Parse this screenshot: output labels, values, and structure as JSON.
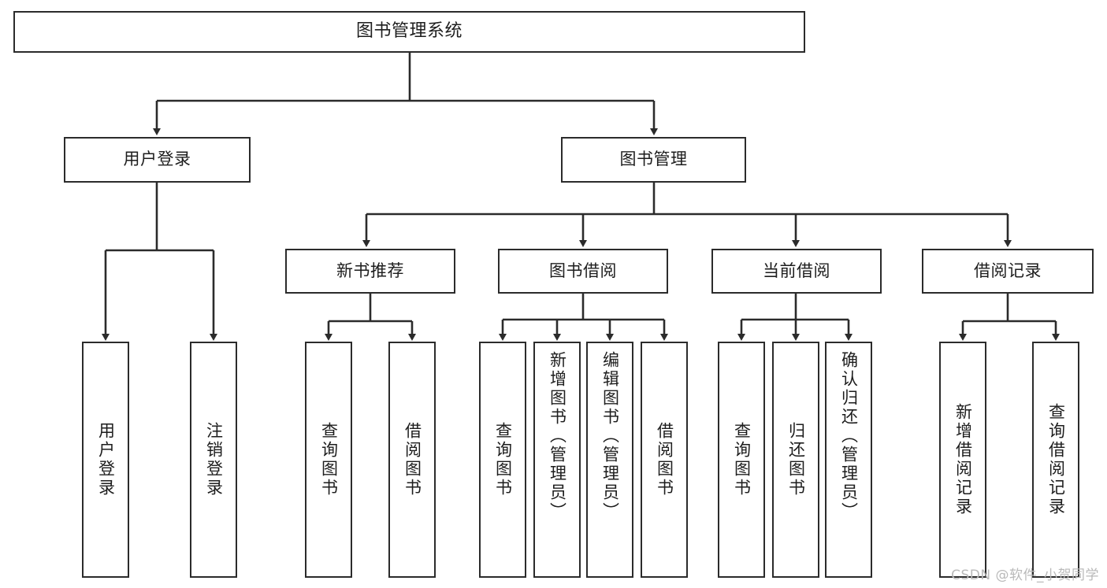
{
  "diagram": {
    "title": "图书管理系统",
    "type": "tree",
    "root": {
      "id": "root",
      "label": "图书管理系统",
      "orientation": "horizontal"
    },
    "level2": [
      {
        "id": "user-login",
        "label": "用户登录",
        "orientation": "horizontal"
      },
      {
        "id": "book-manage",
        "label": "图书管理",
        "orientation": "horizontal"
      }
    ],
    "level3": [
      {
        "id": "new-book-rec",
        "label": "新书推荐",
        "orientation": "horizontal",
        "parent": "book-manage"
      },
      {
        "id": "book-borrow",
        "label": "图书借阅",
        "orientation": "horizontal",
        "parent": "book-manage"
      },
      {
        "id": "current-borrow",
        "label": "当前借阅",
        "orientation": "horizontal",
        "parent": "book-manage"
      },
      {
        "id": "borrow-record",
        "label": "借阅记录",
        "orientation": "horizontal",
        "parent": "book-manage"
      }
    ],
    "leaves": [
      {
        "id": "leaf-user-login",
        "label": "用户登录",
        "parent": "user-login"
      },
      {
        "id": "leaf-logout-login",
        "label": "注销登录",
        "parent": "user-login"
      },
      {
        "id": "leaf-query-book-1",
        "label": "查询图书",
        "parent": "new-book-rec"
      },
      {
        "id": "leaf-borrow-book-1",
        "label": "借阅图书",
        "parent": "new-book-rec"
      },
      {
        "id": "leaf-query-book-2",
        "label": "查询图书",
        "parent": "book-borrow"
      },
      {
        "id": "leaf-add-book",
        "label": "新增图书（管理员）",
        "parent": "book-borrow"
      },
      {
        "id": "leaf-edit-book",
        "label": "编辑图书（管理员）",
        "parent": "book-borrow"
      },
      {
        "id": "leaf-borrow-book-2",
        "label": "借阅图书",
        "parent": "book-borrow"
      },
      {
        "id": "leaf-query-book-3",
        "label": "查询图书",
        "parent": "current-borrow"
      },
      {
        "id": "leaf-return-book",
        "label": "归还图书",
        "parent": "current-borrow"
      },
      {
        "id": "leaf-confirm-return",
        "label": "确认归还（管理员）",
        "parent": "current-borrow"
      },
      {
        "id": "leaf-add-record",
        "label": "新增借阅记录",
        "parent": "borrow-record"
      },
      {
        "id": "leaf-query-record",
        "label": "查询借阅记录",
        "parent": "borrow-record"
      }
    ]
  },
  "watermark": {
    "text": "CSDN @软件_小贺同学"
  },
  "colors": {
    "stroke": "#2b2b2b",
    "fill": "#ffffff",
    "text": "#1d1d1d",
    "watermark": "#b9b9b9"
  }
}
